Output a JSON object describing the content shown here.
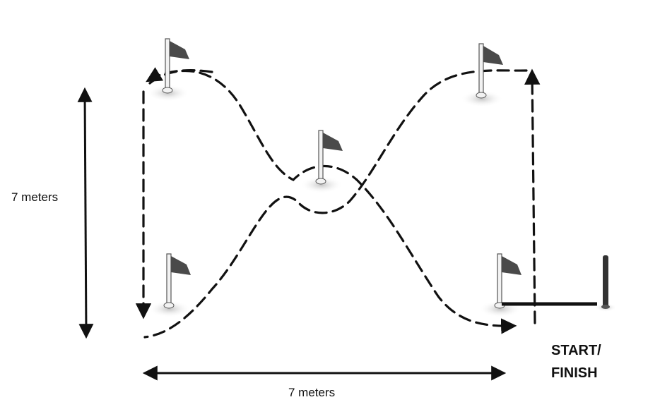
{
  "labels": {
    "vertical_dimension": "7 meters",
    "horizontal_dimension": "7 meters",
    "start_finish_line1": "START/",
    "start_finish_line2": "FINISH"
  },
  "colors": {
    "line": "#111111",
    "flag": "#4a4a4a",
    "pole": "#f2f2f2",
    "pole_outline": "#555555",
    "shadow": "#c8c8c8",
    "background": "#ffffff"
  },
  "flags": [
    {
      "name": "flag-top-left"
    },
    {
      "name": "flag-top-right"
    },
    {
      "name": "flag-center"
    },
    {
      "name": "flag-bottom-left"
    },
    {
      "name": "flag-bottom-right"
    }
  ]
}
